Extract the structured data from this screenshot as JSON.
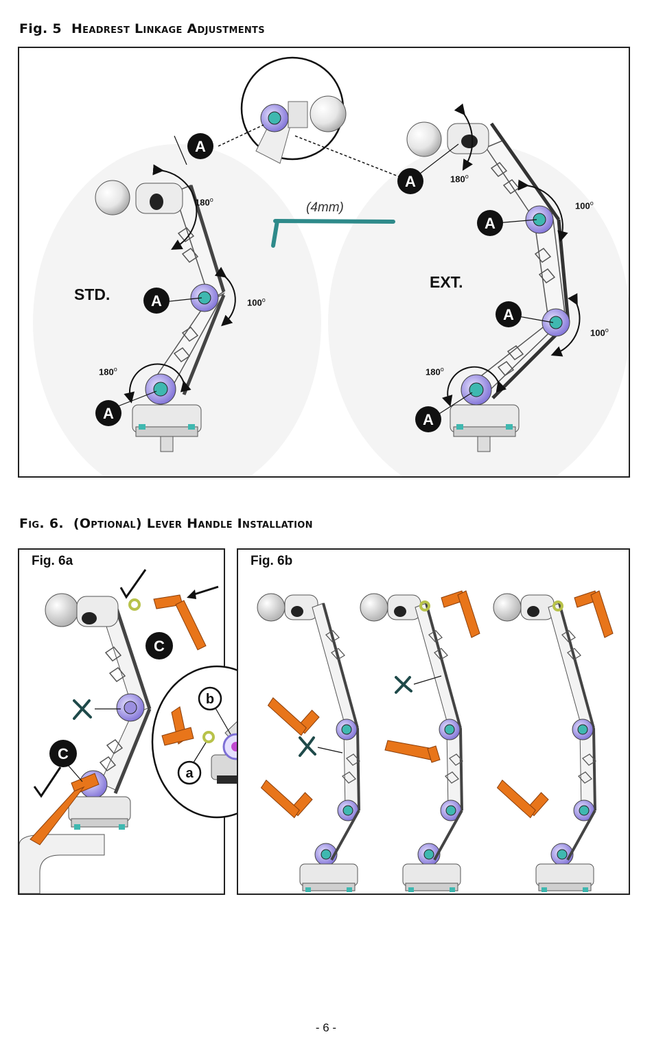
{
  "fig5": {
    "number": "Fig. 5",
    "title": "Headrest Linkage Adjustments",
    "std_label": "STD.",
    "ext_label": "EXT.",
    "tool_label": "(4mm)",
    "callout_letter": "A",
    "angles": {
      "std_top": "180",
      "std_mid": "100",
      "std_bottom": "180",
      "ext_top": "180",
      "ext_upper": "100",
      "ext_lower": "100",
      "ext_bottom": "180"
    },
    "degree_symbol": "o"
  },
  "fig6": {
    "number": "Fig. 6.",
    "title": "(Optional) Lever Handle Installation",
    "panel_a_label": "Fig. 6a",
    "panel_b_label": "Fig. 6b",
    "callout_c": "C",
    "callout_small_a": "a",
    "callout_small_b": "b"
  },
  "footer": {
    "page_number": "- 6 -"
  },
  "colors": {
    "ink": "#111111",
    "purple_bushing": "#9b8fe0",
    "teal_screw": "#3fb8b0",
    "orange_lever": "#e8751a",
    "hex_key": "#2e8a8a",
    "cross_mark": "#1f4a4a",
    "washer": "#b8c24a"
  },
  "icons": [
    "checkmark-icon",
    "cross-icon",
    "arrow-icon"
  ]
}
